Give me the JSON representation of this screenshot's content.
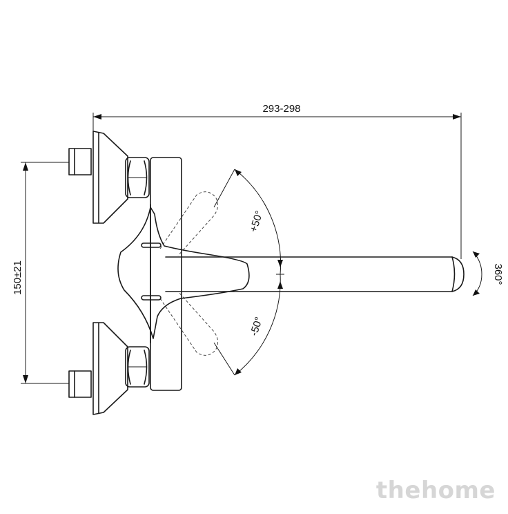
{
  "dimensions": {
    "width_label": "293-298",
    "height_label": "150±21",
    "angle_up_label": "+50°",
    "angle_down_label": "-50°",
    "rotation_label": "360°"
  },
  "watermark": "thehome"
}
